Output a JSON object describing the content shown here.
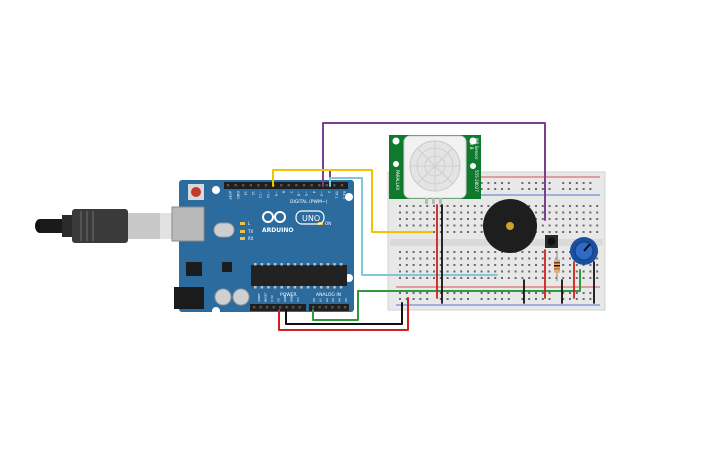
{
  "arduino": {
    "board_label": "ARDUINO",
    "model_label": "UNO",
    "digital_header_label": "DIGITAL (PWM~)",
    "power_label": "POWER",
    "analog_label": "ANALOG IN",
    "tx_label": "TX",
    "rx_label": "RX",
    "on_label": "ON",
    "l_label": "L",
    "digital_pins": [
      "AREF",
      "GND",
      "13",
      "12",
      "~11",
      "~10",
      "~9",
      "8",
      "7",
      "~6",
      "~5",
      "4",
      "~3",
      "2",
      "TX 1",
      "RX 0"
    ],
    "power_pins": [
      "IOREF",
      "RESET",
      "3.3V",
      "5V",
      "GND",
      "GND",
      "Vin"
    ],
    "analog_pins": [
      "A0",
      "A1",
      "A2",
      "A3",
      "A4",
      "A5"
    ],
    "colors": {
      "board": "#2b6b9e",
      "header": "#1f1f1f",
      "chip": "#222222"
    }
  },
  "pir_sensor": {
    "side_label_1": "PIR Sensor",
    "side_label_2": "Rev B",
    "side_label_3": "555-28027",
    "left_label": "PARALLAX",
    "color": "#0f7a2e"
  },
  "breadboard": {
    "color": "#e8e8e8"
  },
  "wires": {
    "purple": "#7b3f8f",
    "yellow": "#f2c300",
    "cyan": "#7ec8d8",
    "green": "#2e9a3a",
    "red": "#d02020",
    "black": "#111111"
  }
}
